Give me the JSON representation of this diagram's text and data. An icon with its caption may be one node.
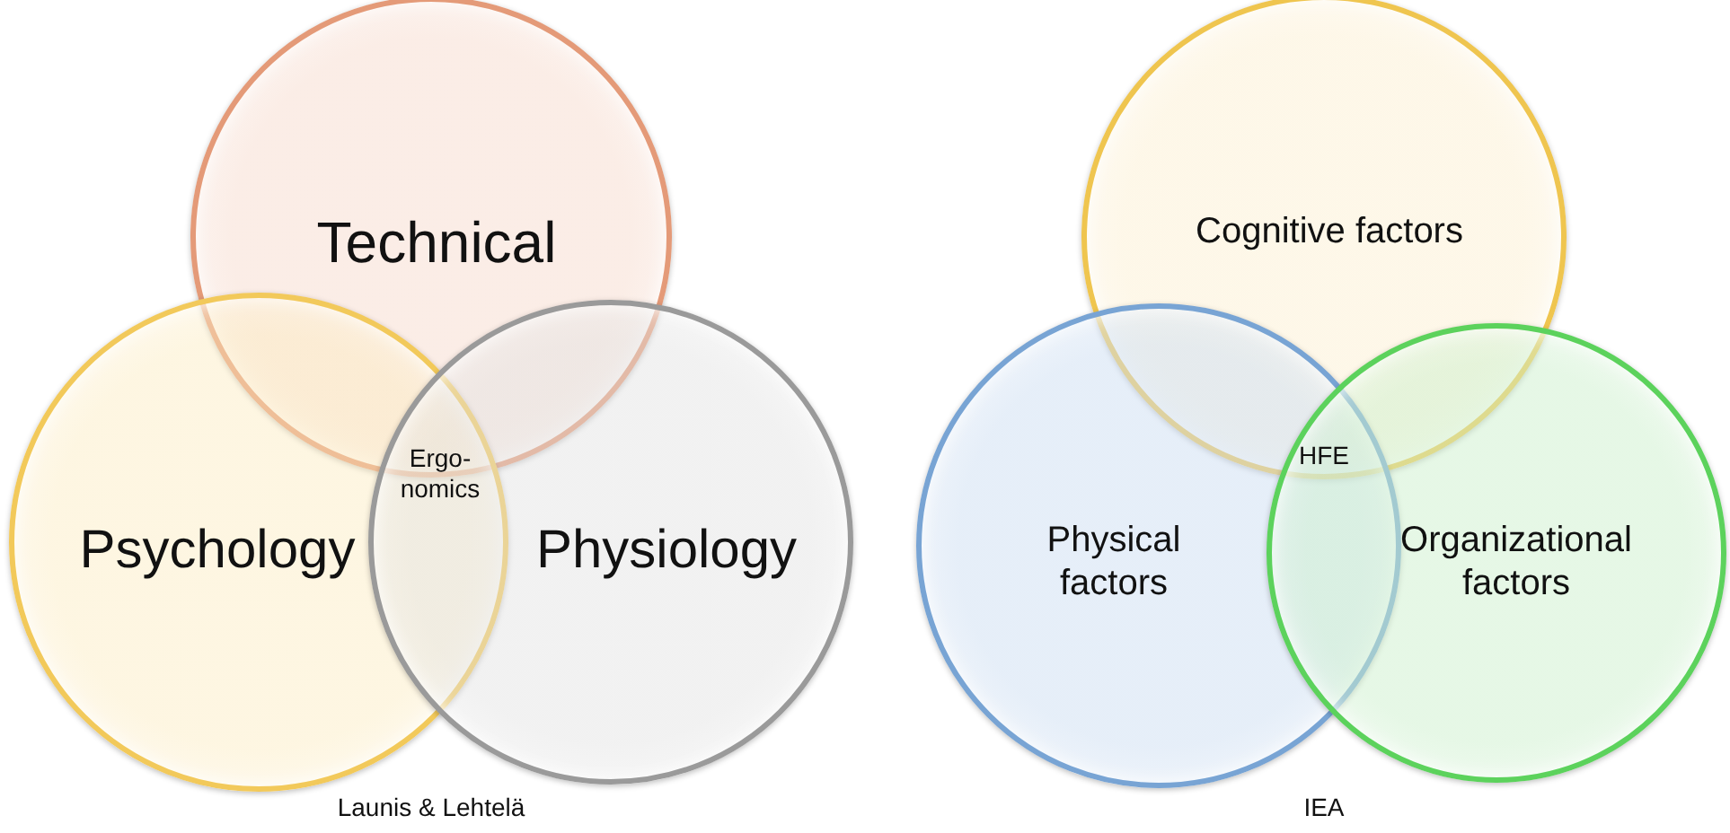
{
  "diagram": {
    "nodes": [
      {
        "text": [
          "Technical"
        ]
      },
      {
        "text": [
          "Psychology"
        ]
      },
      {
        "text": [
          "Physiology"
        ]
      },
      {
        "text": [
          "Cognitive factors"
        ]
      },
      {
        "text": [
          "Physical factors"
        ]
      },
      {
        "text": [
          "Organizational factors"
        ]
      }
    ],
    "labels": [
      "Ergo- nomics",
      "Launis & Lehtelä",
      "HFE",
      "IEA"
    ]
  }
}
